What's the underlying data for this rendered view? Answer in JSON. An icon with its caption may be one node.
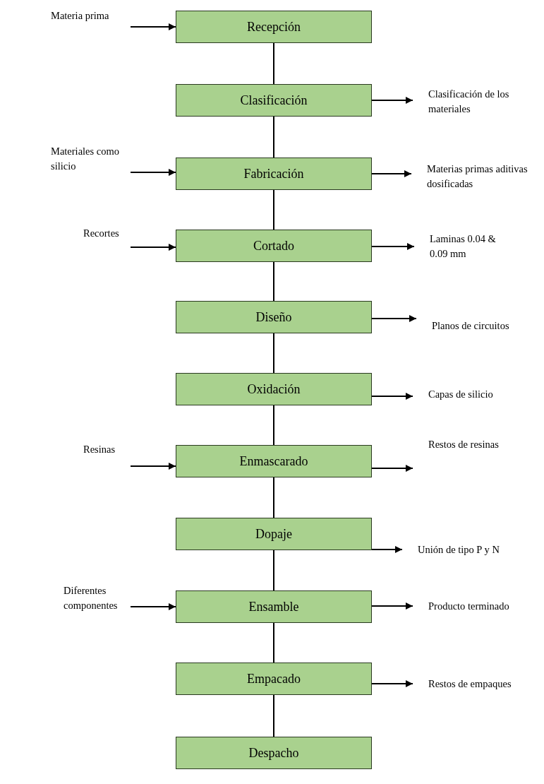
{
  "diagram": {
    "nodes": [
      {
        "text": [
          "Materia prima"
        ]
      },
      {
        "text": [
          "Recepción"
        ]
      },
      {
        "text": [
          "Clasificación"
        ]
      },
      {
        "text": [
          "Clasificación de los materiales"
        ]
      },
      {
        "text": [
          "Materiales como silicio"
        ]
      },
      {
        "text": [
          "Fabricación"
        ]
      },
      {
        "text": [
          "Materias primas aditivas dosificadas"
        ]
      },
      {
        "text": [
          "Recortes"
        ]
      },
      {
        "text": [
          "Cortado"
        ]
      },
      {
        "text": [
          "Laminas 0.04 & 0.09 mm"
        ]
      },
      {
        "text": [
          "Diseño"
        ]
      },
      {
        "text": [
          "Planos de circuitos"
        ]
      },
      {
        "text": [
          "Oxidación"
        ]
      },
      {
        "text": [
          "Capas de silicio"
        ]
      },
      {
        "text": [
          "Resinas"
        ]
      },
      {
        "text": [
          "Enmascarado"
        ]
      },
      {
        "text": [
          "Restos de resinas"
        ]
      },
      {
        "text": [
          "Dopaje"
        ]
      },
      {
        "text": [
          "Unión de tipo P y N"
        ]
      },
      {
        "text": [
          "Diferentes componentes"
        ]
      },
      {
        "text": [
          "Ensamble"
        ]
      },
      {
        "text": [
          "Producto terminado"
        ]
      },
      {
        "text": [
          "Empacado"
        ]
      },
      {
        "text": [
          "Restos de empaques"
        ]
      },
      {
        "text": [
          "Despacho"
        ]
      }
    ],
    "edges": [
      {
        "from": 0,
        "to": 1,
        "arrow": "to"
      },
      {
        "from": 1,
        "to": 2,
        "arrow": "none"
      },
      {
        "from": 2,
        "to": 3,
        "arrow": "to"
      },
      {
        "from": 2,
        "to": 5,
        "arrow": "none"
      },
      {
        "from": 4,
        "to": 5,
        "arrow": "to"
      },
      {
        "from": 5,
        "to": 6,
        "arrow": "to"
      },
      {
        "from": 5,
        "to": 8,
        "arrow": "none"
      },
      {
        "from": 7,
        "to": 8,
        "arrow": "to"
      },
      {
        "from": 8,
        "to": 9,
        "arrow": "to"
      },
      {
        "from": 8,
        "to": 10,
        "arrow": "none"
      },
      {
        "from": 10,
        "to": 11,
        "arrow": "to"
      },
      {
        "from": 10,
        "to": 12,
        "arrow": "none"
      },
      {
        "from": 12,
        "to": 13,
        "arrow": "to"
      },
      {
        "from": 12,
        "to": 15,
        "arrow": "none"
      },
      {
        "from": 14,
        "to": 15,
        "arrow": "to"
      },
      {
        "from": 15,
        "to": 16,
        "arrow": "to"
      },
      {
        "from": 15,
        "to": 17,
        "arrow": "none"
      },
      {
        "from": 17,
        "to": 18,
        "arrow": "to"
      },
      {
        "from": 17,
        "to": 20,
        "arrow": "none"
      },
      {
        "from": 19,
        "to": 20,
        "arrow": "to"
      },
      {
        "from": 20,
        "to": 21,
        "arrow": "to"
      },
      {
        "from": 20,
        "to": 22,
        "arrow": "none"
      },
      {
        "from": 22,
        "to": 23,
        "arrow": "to"
      },
      {
        "from": 22,
        "to": 24,
        "arrow": "none"
      }
    ]
  }
}
